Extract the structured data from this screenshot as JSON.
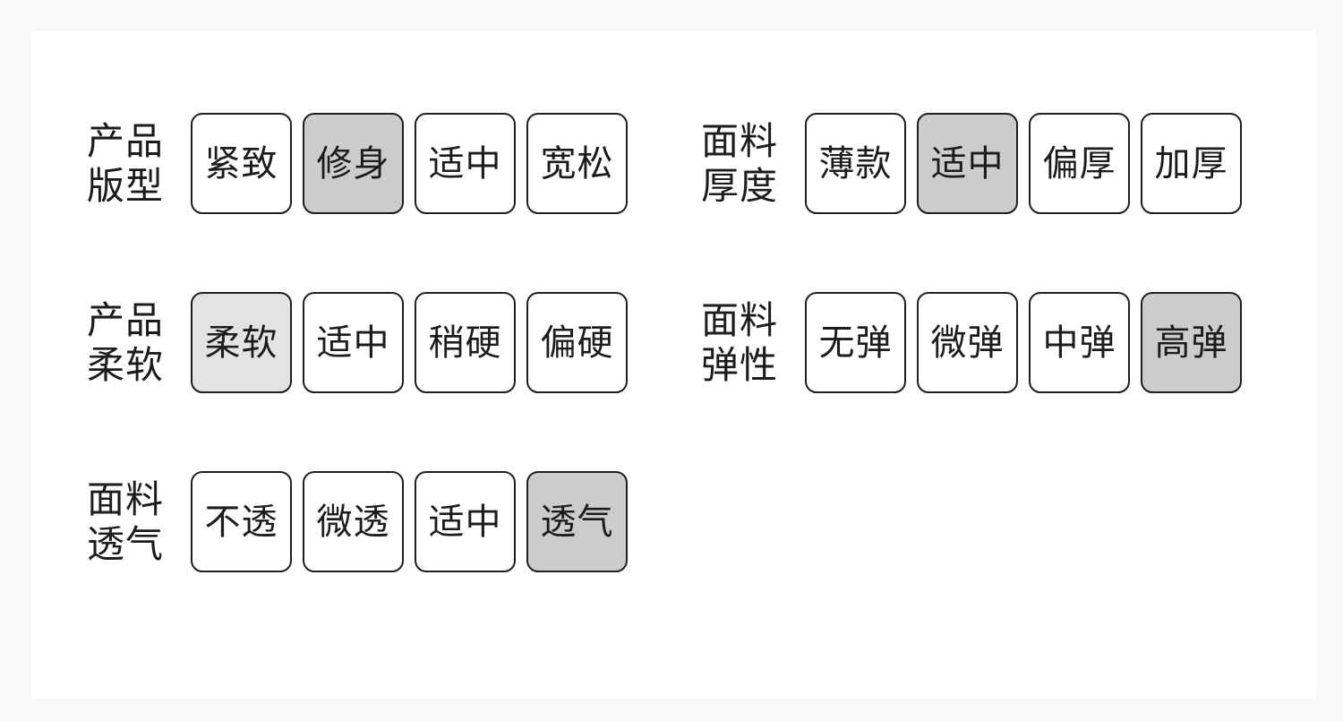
{
  "theme": {
    "page_background": "#f8f8f8",
    "card_background": "#ffffff",
    "chip_border": "#1f1f1f",
    "chip_background": "#ffffff",
    "chip_selected_background": "#cccccc",
    "chip_selected_soft_background": "#e3e3e3",
    "text_color": "#1c1c1c"
  },
  "groups": {
    "left": [
      {
        "label_line1": "产品",
        "label_line2": "版型",
        "label_full": "产品版型",
        "selected": "修身",
        "selected_index": 1,
        "selected_style": "strong",
        "options": [
          {
            "label": "紧致",
            "selected": false
          },
          {
            "label": "修身",
            "selected": true
          },
          {
            "label": "适中",
            "selected": false
          },
          {
            "label": "宽松",
            "selected": false
          }
        ]
      },
      {
        "label_line1": "产品",
        "label_line2": "柔软",
        "label_full": "产品柔软",
        "selected": "柔软",
        "selected_index": 0,
        "selected_style": "soft",
        "options": [
          {
            "label": "柔软",
            "selected": true
          },
          {
            "label": "适中",
            "selected": false
          },
          {
            "label": "稍硬",
            "selected": false
          },
          {
            "label": "偏硬",
            "selected": false
          }
        ]
      },
      {
        "label_line1": "面料",
        "label_line2": "透气",
        "label_full": "面料透气",
        "selected": "透气",
        "selected_index": 3,
        "selected_style": "strong",
        "options": [
          {
            "label": "不透",
            "selected": false
          },
          {
            "label": "微透",
            "selected": false
          },
          {
            "label": "适中",
            "selected": false
          },
          {
            "label": "透气",
            "selected": true
          }
        ]
      }
    ],
    "right": [
      {
        "label_line1": "面料",
        "label_line2": "厚度",
        "label_full": "面料厚度",
        "selected": "适中",
        "selected_index": 1,
        "selected_style": "strong",
        "options": [
          {
            "label": "薄款",
            "selected": false
          },
          {
            "label": "适中",
            "selected": true
          },
          {
            "label": "偏厚",
            "selected": false
          },
          {
            "label": "加厚",
            "selected": false
          }
        ]
      },
      {
        "label_line1": "面料",
        "label_line2": "弹性",
        "label_full": "面料弹性",
        "selected": "高弹",
        "selected_index": 3,
        "selected_style": "strong",
        "options": [
          {
            "label": "无弹",
            "selected": false
          },
          {
            "label": "微弹",
            "selected": false
          },
          {
            "label": "中弹",
            "selected": false
          },
          {
            "label": "高弹",
            "selected": true
          }
        ]
      }
    ]
  }
}
